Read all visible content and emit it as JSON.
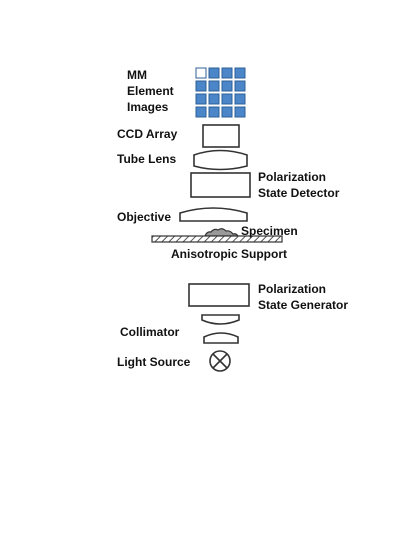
{
  "labels": {
    "mm_line1": "MM",
    "mm_line2": "Element",
    "mm_line3": "Images",
    "ccd": "CCD Array",
    "tube_lens": "Tube Lens",
    "psd_line1": "Polarization",
    "psd_line2": "State Detector",
    "objective": "Objective",
    "specimen": "Specimen",
    "support": "Anisotropic Support",
    "psg_line1": "Polarization",
    "psg_line2": "State Generator",
    "collimator": "Collimator",
    "light_source": "Light Source"
  },
  "colors": {
    "grid_fill": "#4a86c8",
    "grid_stroke": "#2e5f96",
    "outline": "#333333",
    "hatch": "#555555"
  },
  "mm_grid": {
    "rows": 4,
    "cols": 4,
    "empty_cell": [
      0,
      0
    ]
  }
}
